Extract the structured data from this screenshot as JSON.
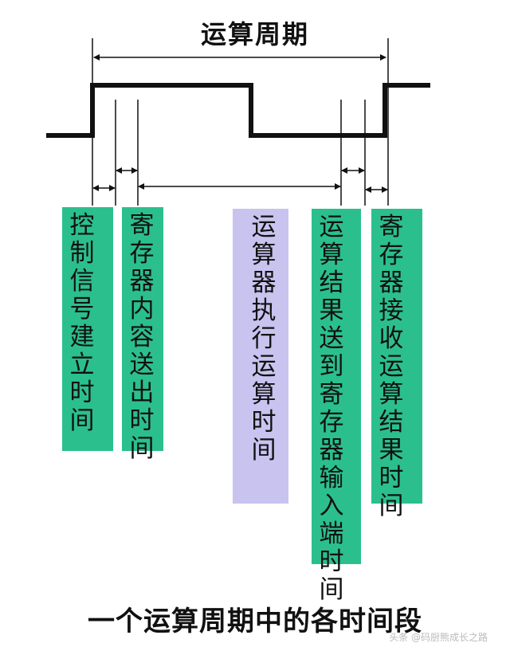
{
  "title": "运算周期",
  "caption": "一个运算周期中的各时间段",
  "watermark": "头条 @码厨熊成长之路",
  "segments": [
    {
      "id": "ctrl",
      "label": "控制信号建立时间",
      "color": "#2bbf8e"
    },
    {
      "id": "reg-out",
      "label": "寄存器内容送出时间",
      "color": "#2bbf8e"
    },
    {
      "id": "alu",
      "label": "运算器执行运算时间",
      "color": "#c9c3ef"
    },
    {
      "id": "result-send",
      "label": "运算结果送到寄存器输入端时间",
      "color": "#2bbf8e"
    },
    {
      "id": "reg-recv",
      "label": "寄存器接收运算结果时间",
      "color": "#2bbf8e"
    }
  ]
}
